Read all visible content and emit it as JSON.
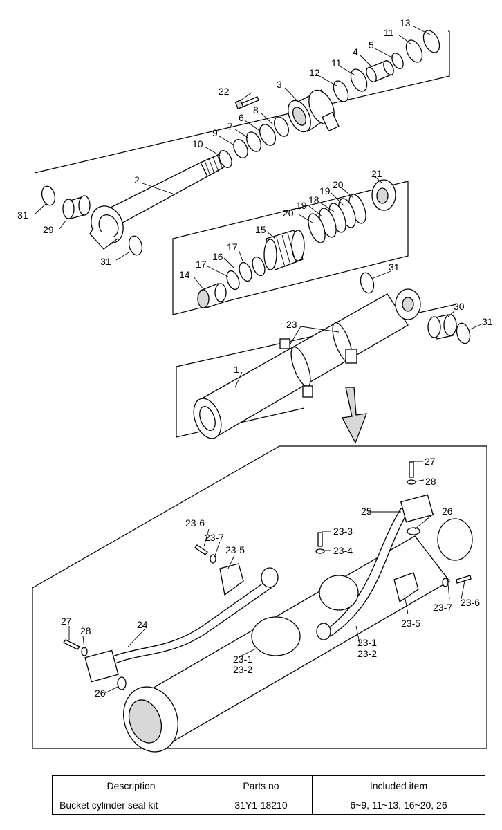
{
  "labels": {
    "l13": "13",
    "l11a": "11",
    "l5": "5",
    "l4": "4",
    "l11b": "11",
    "l12": "12",
    "l3": "3",
    "l22": "22",
    "l8": "8",
    "l6": "6",
    "l7": "7",
    "l9": "9",
    "l10": "10",
    "l2": "2",
    "l31a": "31",
    "l29": "29",
    "l31b": "31",
    "l21": "21",
    "l20a": "20",
    "l19a": "19",
    "l18": "18",
    "l19b": "19",
    "l20b": "20",
    "l15": "15",
    "l17a": "17",
    "l16": "16",
    "l17b": "17",
    "l14": "14",
    "l31c": "31",
    "l30": "30",
    "l31d": "31",
    "l23": "23",
    "l1": "1",
    "d27a": "27",
    "d28a": "28",
    "d25": "25",
    "d26a": "26",
    "d236a": "23-6",
    "d237a": "23-7",
    "d235a": "23-5",
    "d233": "23-3",
    "d234": "23-4",
    "d236b": "23-6",
    "d237b": "23-7",
    "d235b": "23-5",
    "d24": "24",
    "d27b": "27",
    "d28b": "28",
    "d26b": "26",
    "d231a": "23-1",
    "d232a": "23-2",
    "d231b": "23-1",
    "d232b": "23-2"
  },
  "table": {
    "headers": [
      "Description",
      "Parts no",
      "Included item"
    ],
    "row": [
      "Bucket cylinder seal kit",
      "31Y1-18210",
      "6~9, 11~13, 16~20, 26"
    ]
  }
}
